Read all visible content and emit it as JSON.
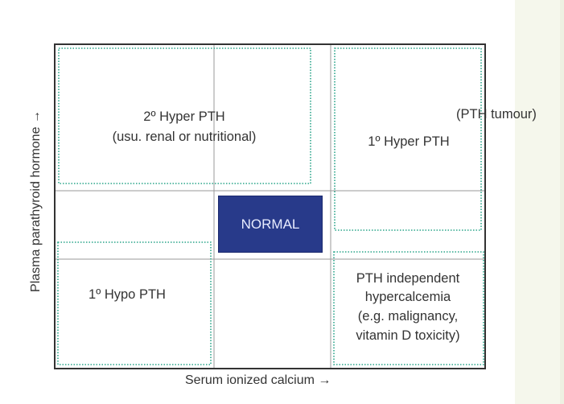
{
  "axes": {
    "y_label": "Plasma parathyroid hormone →",
    "x_label": "Serum ionized calcium →"
  },
  "regions": {
    "secondary_hyper": {
      "line1": "2º Hyper PTH",
      "line2": "(usu. renal or nutritional)"
    },
    "primary_hyper": {
      "label": "1º Hyper PTH",
      "note": "(PTH tumour)"
    },
    "normal": {
      "label": "NORMAL"
    },
    "primary_hypo": {
      "label": "1º Hypo PTH"
    },
    "pth_independent": {
      "line1": "PTH independent",
      "line2": "hypercalcemia",
      "line3": "(e.g. malignancy,",
      "line4": "vitamin D toxicity)"
    }
  },
  "colors": {
    "frame": "#333333",
    "grid": "#9a9a9a",
    "dotted_region": "#2aa58a",
    "normal_fill": "#283a8a",
    "side_panel": "#f5f7ec"
  }
}
